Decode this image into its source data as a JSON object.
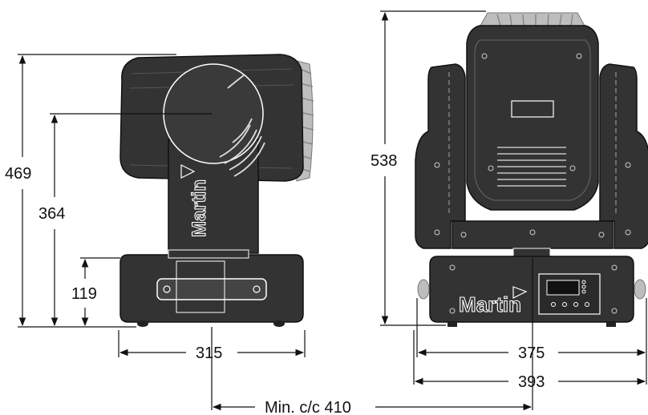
{
  "brand": "Martin",
  "dimensions": {
    "side_total_height": "469",
    "side_head_height": "364",
    "side_base_height": "119",
    "side_base_width": "315",
    "front_total_height": "538",
    "front_base_width": "375",
    "front_total_width": "393",
    "min_center_spacing": "Min. c/c 410"
  },
  "colors": {
    "body": "#333333",
    "outline": "#ffffff",
    "lens": "#bdbdbd",
    "line": "#1a1a1a",
    "text": "#111111"
  }
}
